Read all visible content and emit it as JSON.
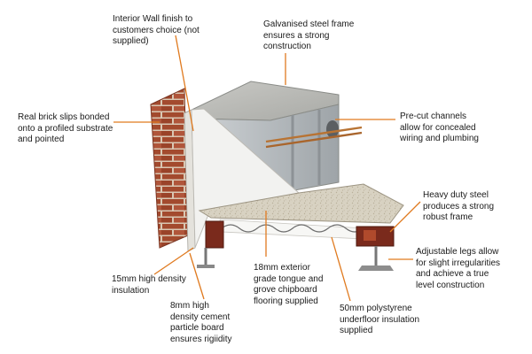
{
  "labels": {
    "interior_wall": "Interior Wall finish to\ncustomers choice (not\nsupplied)",
    "galvanised_frame": "Galvanised steel frame\nensures a strong\nconstruction",
    "brick_slips": "Real brick slips bonded\nonto a profiled substrate\nand pointed",
    "precut_channels": "Pre-cut channels\nallow for concealed\nwiring and plumbing",
    "heavy_duty_steel": "Heavy duty steel\nproduces a strong\nrobust frame",
    "adjustable_legs": "Adjustable legs allow\nfor slight irregularities\nand achieve a true\nlevel construction",
    "insulation_15mm": "15mm high density\ninsulation",
    "chipboard_18mm": "18mm exterior\ngrade tongue and\ngrove chipboard\nflooring supplied",
    "cement_board_8mm": "8mm high\ndensity cement\nparticle board\nensures rigiidity",
    "polystyrene_50mm": "50mm polystyrene\nunderfloor insulation\nsupplied"
  },
  "colors": {
    "leader_line": "#e07a1f",
    "brick": "#a34a2e",
    "mortar": "#d9c7b3",
    "steel": "#b9bec2",
    "board": "#f2f2f0",
    "chipboard": "#d8d2c2",
    "frame_red": "#7a2a1c"
  }
}
